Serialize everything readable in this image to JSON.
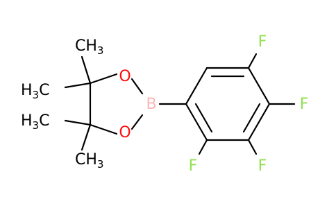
{
  "molecule": {
    "atoms": {
      "O1": "O",
      "O2": "O",
      "B": "B",
      "F1": "F",
      "F2": "F",
      "F3": "F",
      "F4": "F"
    },
    "methyls": [
      {
        "id": "me1",
        "main": "CH",
        "sub": "3"
      },
      {
        "id": "me2",
        "main": "H",
        "sub": "3",
        "tail": "C"
      },
      {
        "id": "me3",
        "main": "H",
        "sub": "3",
        "tail": "C"
      },
      {
        "id": "me4",
        "main": "CH",
        "sub": "3"
      }
    ]
  },
  "colors": {
    "bond": "#000000",
    "carbon_label": "#000000",
    "oxygen": "#ff0d0d",
    "boron": "#ffb5b5",
    "fluorine": "#90e050"
  }
}
